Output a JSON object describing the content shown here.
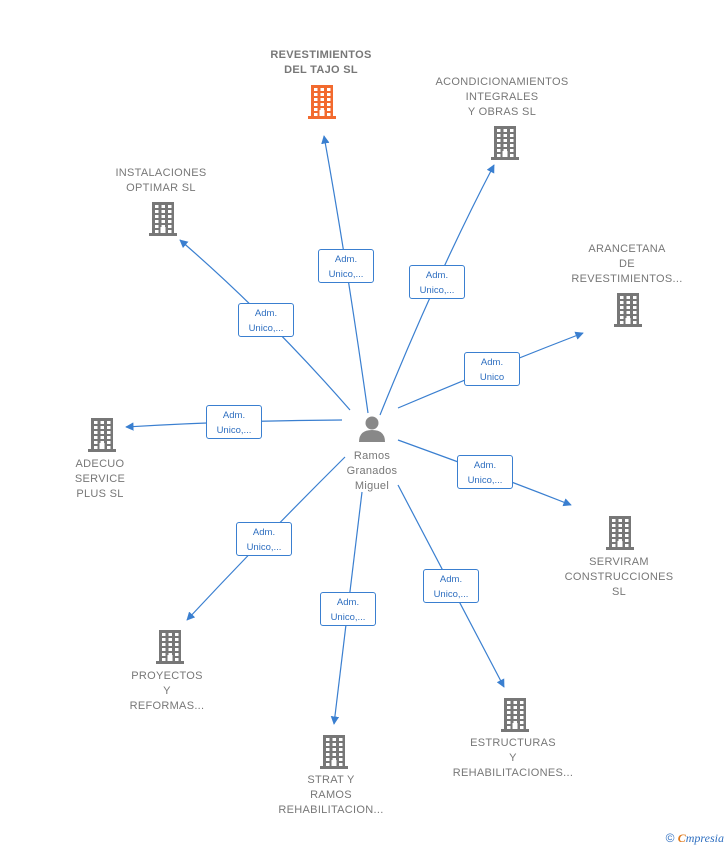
{
  "colors": {
    "edge": "#3a7fd0",
    "company": "#777777",
    "highlight": "#f26a2e",
    "person": "#888888"
  },
  "person": {
    "name_lines": [
      "Ramos",
      "Granados",
      "Miguel"
    ],
    "icon": "person-icon"
  },
  "companies": [
    {
      "id": "revestimientos-tajo",
      "lines": [
        "REVESTIMIENTOS",
        "DEL TAJO  SL"
      ],
      "highlight": true,
      "role": [
        "Adm.",
        "Unico,..."
      ]
    },
    {
      "id": "acondicionamientos",
      "lines": [
        "ACONDICIONAMIENTOS",
        "INTEGRALES",
        "Y OBRAS  SL"
      ],
      "highlight": false,
      "role": [
        "Adm.",
        "Unico,..."
      ]
    },
    {
      "id": "arancetana",
      "lines": [
        "ARANCETANA",
        "DE",
        "REVESTIMIENTOS..."
      ],
      "highlight": false,
      "role": [
        "Adm.",
        "Unico"
      ]
    },
    {
      "id": "serviram",
      "lines": [
        "SERVIRAM",
        "CONSTRUCCIONES",
        "SL"
      ],
      "highlight": false,
      "role": [
        "Adm.",
        "Unico,..."
      ]
    },
    {
      "id": "estructuras",
      "lines": [
        "ESTRUCTURAS",
        "Y",
        "REHABILITACIONES..."
      ],
      "highlight": false,
      "role": [
        "Adm.",
        "Unico,..."
      ]
    },
    {
      "id": "strat-ramos",
      "lines": [
        "STRAT Y",
        "RAMOS",
        "REHABILITACION..."
      ],
      "highlight": false,
      "role": [
        "Adm.",
        "Unico,..."
      ]
    },
    {
      "id": "proyectos",
      "lines": [
        "PROYECTOS",
        "Y",
        "REFORMAS..."
      ],
      "highlight": false,
      "role": [
        "Adm.",
        "Unico,..."
      ]
    },
    {
      "id": "adecuo",
      "lines": [
        "ADECUO",
        "SERVICE",
        "PLUS  SL"
      ],
      "highlight": false,
      "role": [
        "Adm.",
        "Unico,..."
      ]
    },
    {
      "id": "instalaciones",
      "lines": [
        "INSTALACIONES",
        "OPTIMAR  SL"
      ],
      "highlight": false,
      "role": [
        "Adm.",
        "Unico,..."
      ]
    }
  ],
  "footer": {
    "copyright": "©",
    "brand_initial": "C",
    "brand_rest": "mpresia"
  }
}
